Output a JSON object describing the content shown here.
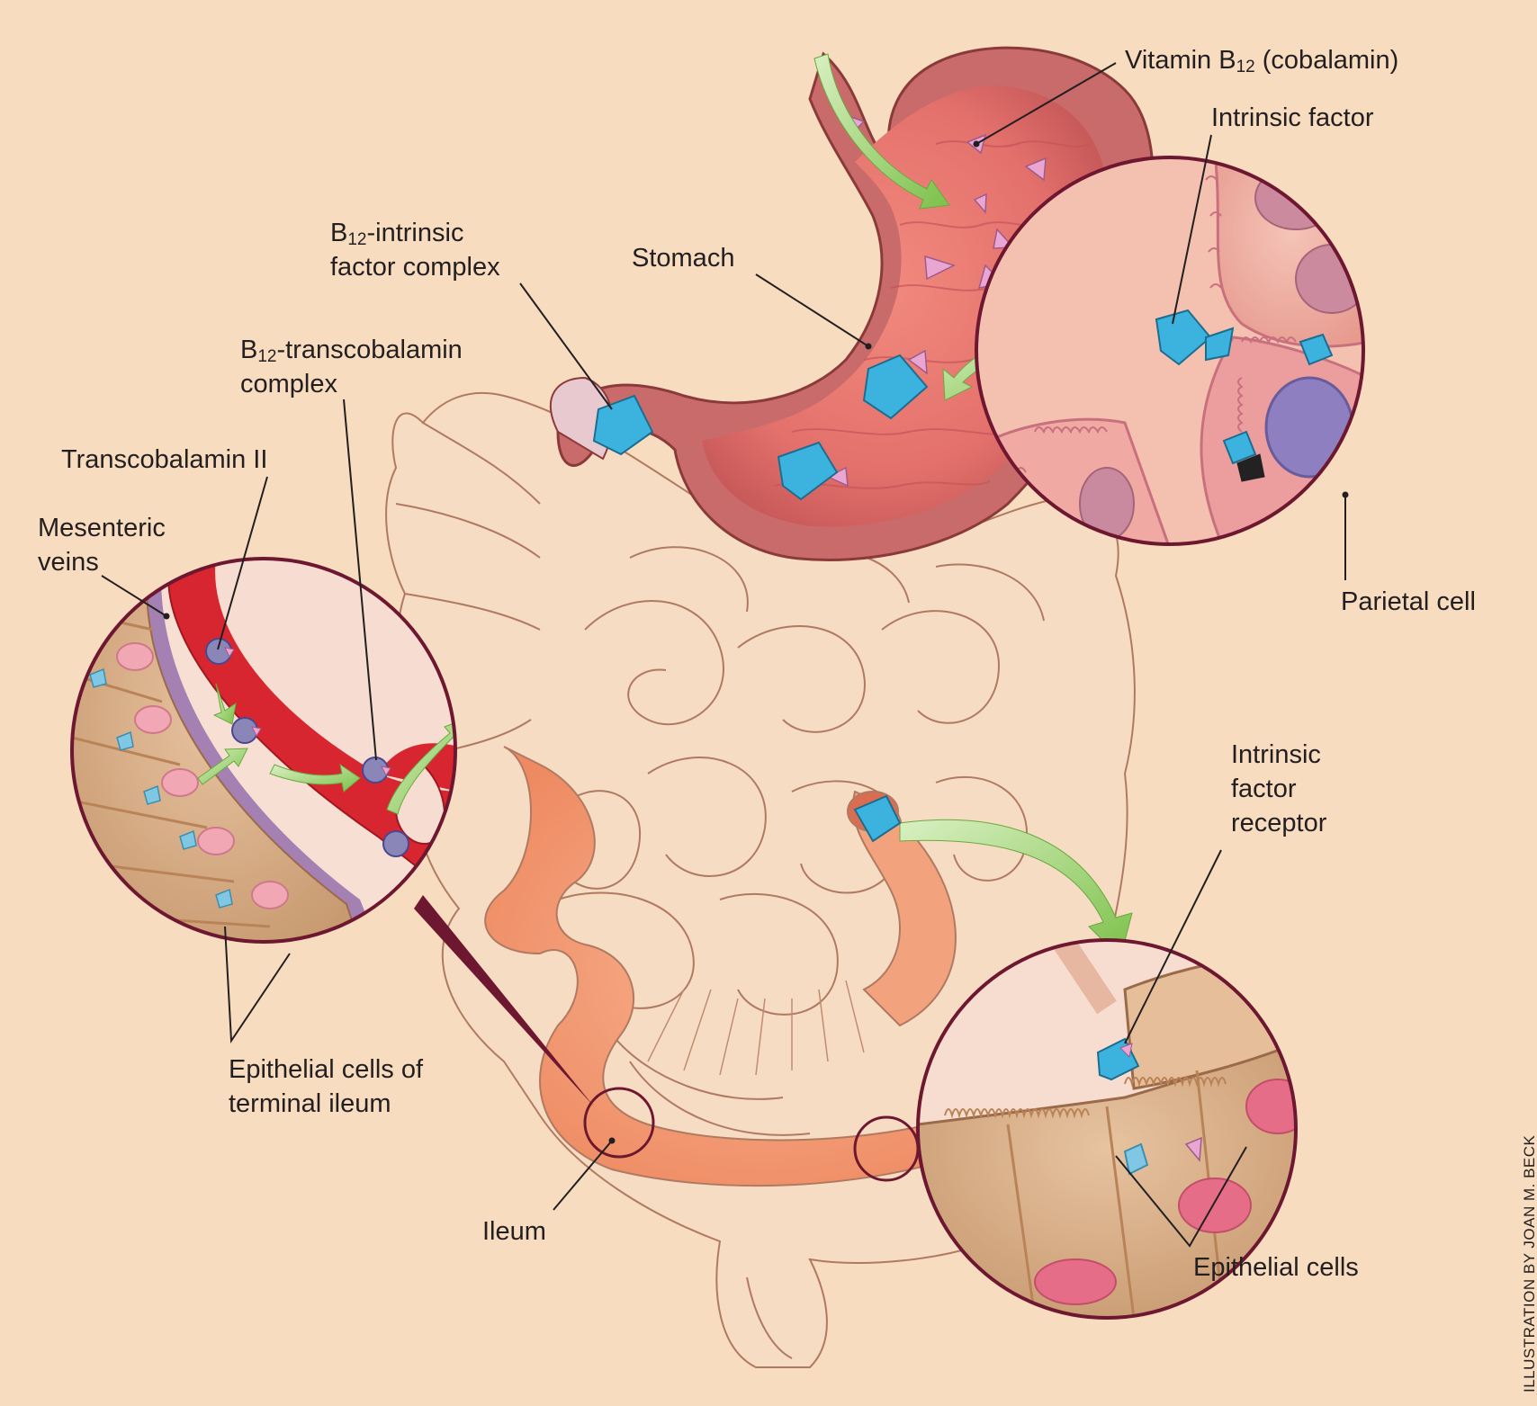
{
  "labels": {
    "vitamin_b12": {
      "prefix": "Vitamin B",
      "sub": "12",
      "suffix": " (cobalamin)"
    },
    "intrinsic_factor": "Intrinsic factor",
    "stomach": "Stomach",
    "b12_if_complex": {
      "line1_prefix": "B",
      "line1_sub": "12",
      "line1_suffix": "-intrinsic",
      "line2": "factor complex"
    },
    "b12_tc_complex": {
      "line1_prefix": "B",
      "line1_sub": "12",
      "line1_suffix": "-transcobalamin",
      "line2": "complex"
    },
    "transcobalamin_ii": "Transcobalamin II",
    "mesenteric_veins": {
      "line1": "Mesenteric",
      "line2": "veins"
    },
    "parietal_cell": "Parietal cell",
    "if_receptor": {
      "line1": "Intrinsic",
      "line2": "factor",
      "line3": "receptor"
    },
    "epithelial_terminal_ileum": {
      "line1": "Epithelial cells of",
      "line2": "terminal ileum"
    },
    "ileum": "Ileum",
    "epithelial_cells": "Epithelial cells"
  },
  "credit": "ILLUSTRATION BY JOAN M. BECK",
  "colors": {
    "background": "#f7dcc0",
    "stomach_lining": "#e4716c",
    "intrinsic_factor": "#3cb3de",
    "vitamin_b12": "#e9a6d3",
    "transcobalamin": "#8a86b8",
    "arrow_green": "#8cce5a",
    "inset_border": "#6d1730",
    "vein_red": "#d7262f",
    "epithelium_brown": "#c99a6e",
    "outline": "#a8745b"
  }
}
